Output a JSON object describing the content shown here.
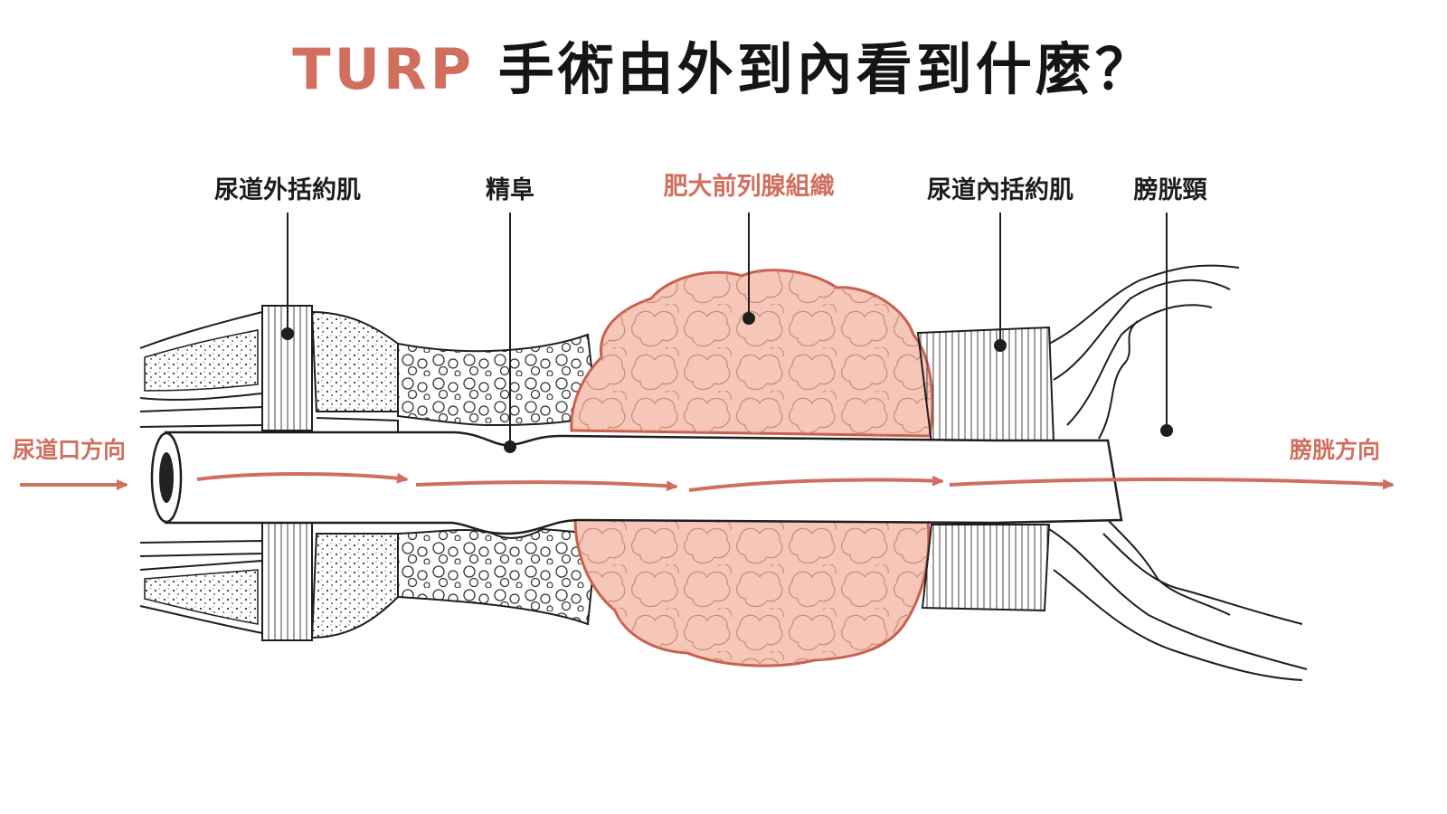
{
  "title": {
    "accent": "TURP",
    "main": "手術由外到內看到什麼？"
  },
  "labels": {
    "external_sphincter": "尿道外括約肌",
    "verumontanum": "精阜",
    "prostate_tissue": "肥大前列腺組織",
    "internal_sphincter": "尿道內括約肌",
    "bladder_neck": "膀胱頸"
  },
  "directions": {
    "left": "尿道口方向",
    "right": "膀胱方向"
  },
  "colors": {
    "accent": "#d06f5e",
    "prostate_fill": "#f6c7b8",
    "line": "#1e1e1e"
  }
}
